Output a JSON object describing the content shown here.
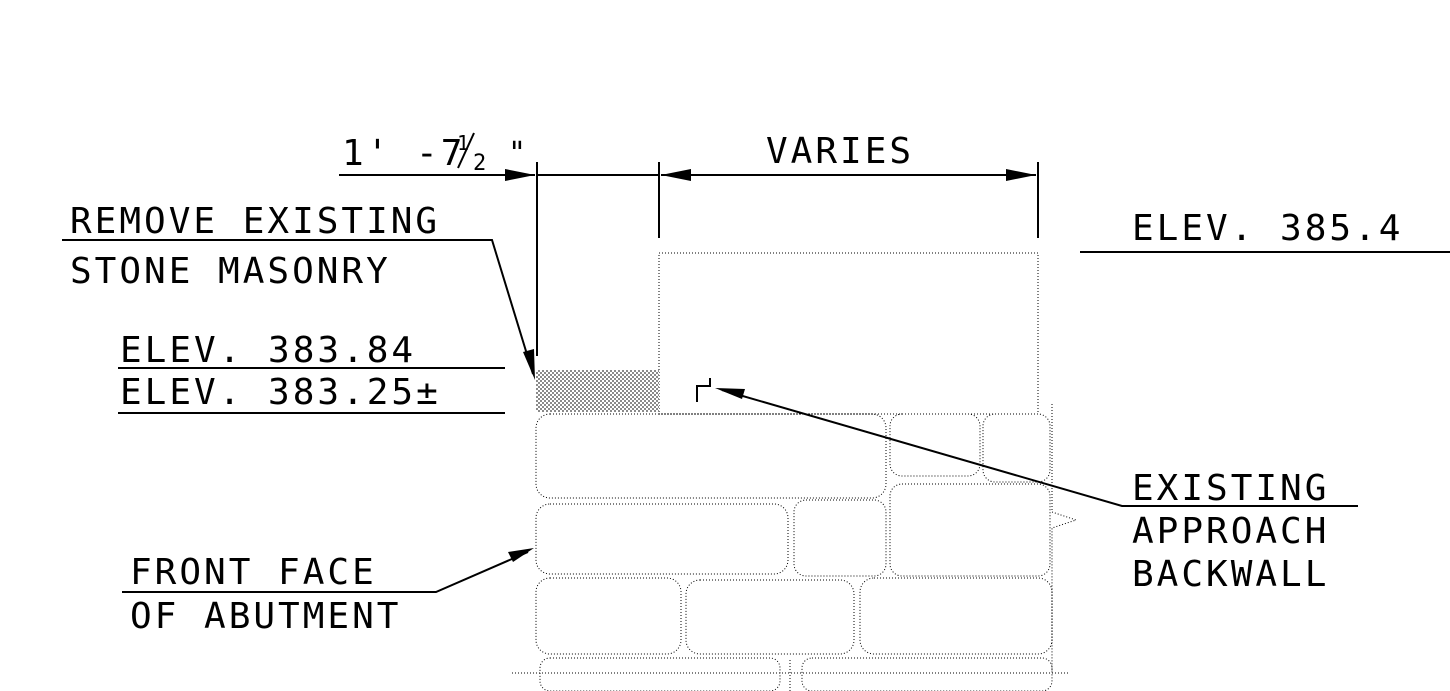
{
  "labels": {
    "dim_left_feet": "1' -7",
    "dim_left_frac_num": "1",
    "dim_left_frac_den": "2",
    "dim_left_inch": "\"",
    "dim_varies": "VARIES",
    "remove_line1": "REMOVE EXISTING",
    "remove_line2": "STONE MASONRY",
    "elev_right": "ELEV. 385.4",
    "elev_top": "ELEV. 383.84",
    "elev_bottom": "ELEV. 383.25±",
    "backwall_line1": "EXISTING",
    "backwall_line2": "APPROACH",
    "backwall_line3": "BACKWALL",
    "front_face_line1": "FRONT FACE",
    "front_face_line2": "OF ABUTMENT"
  },
  "colors": {
    "line": "#000000",
    "hatch": "#9a9a9a",
    "background": "#ffffff"
  }
}
